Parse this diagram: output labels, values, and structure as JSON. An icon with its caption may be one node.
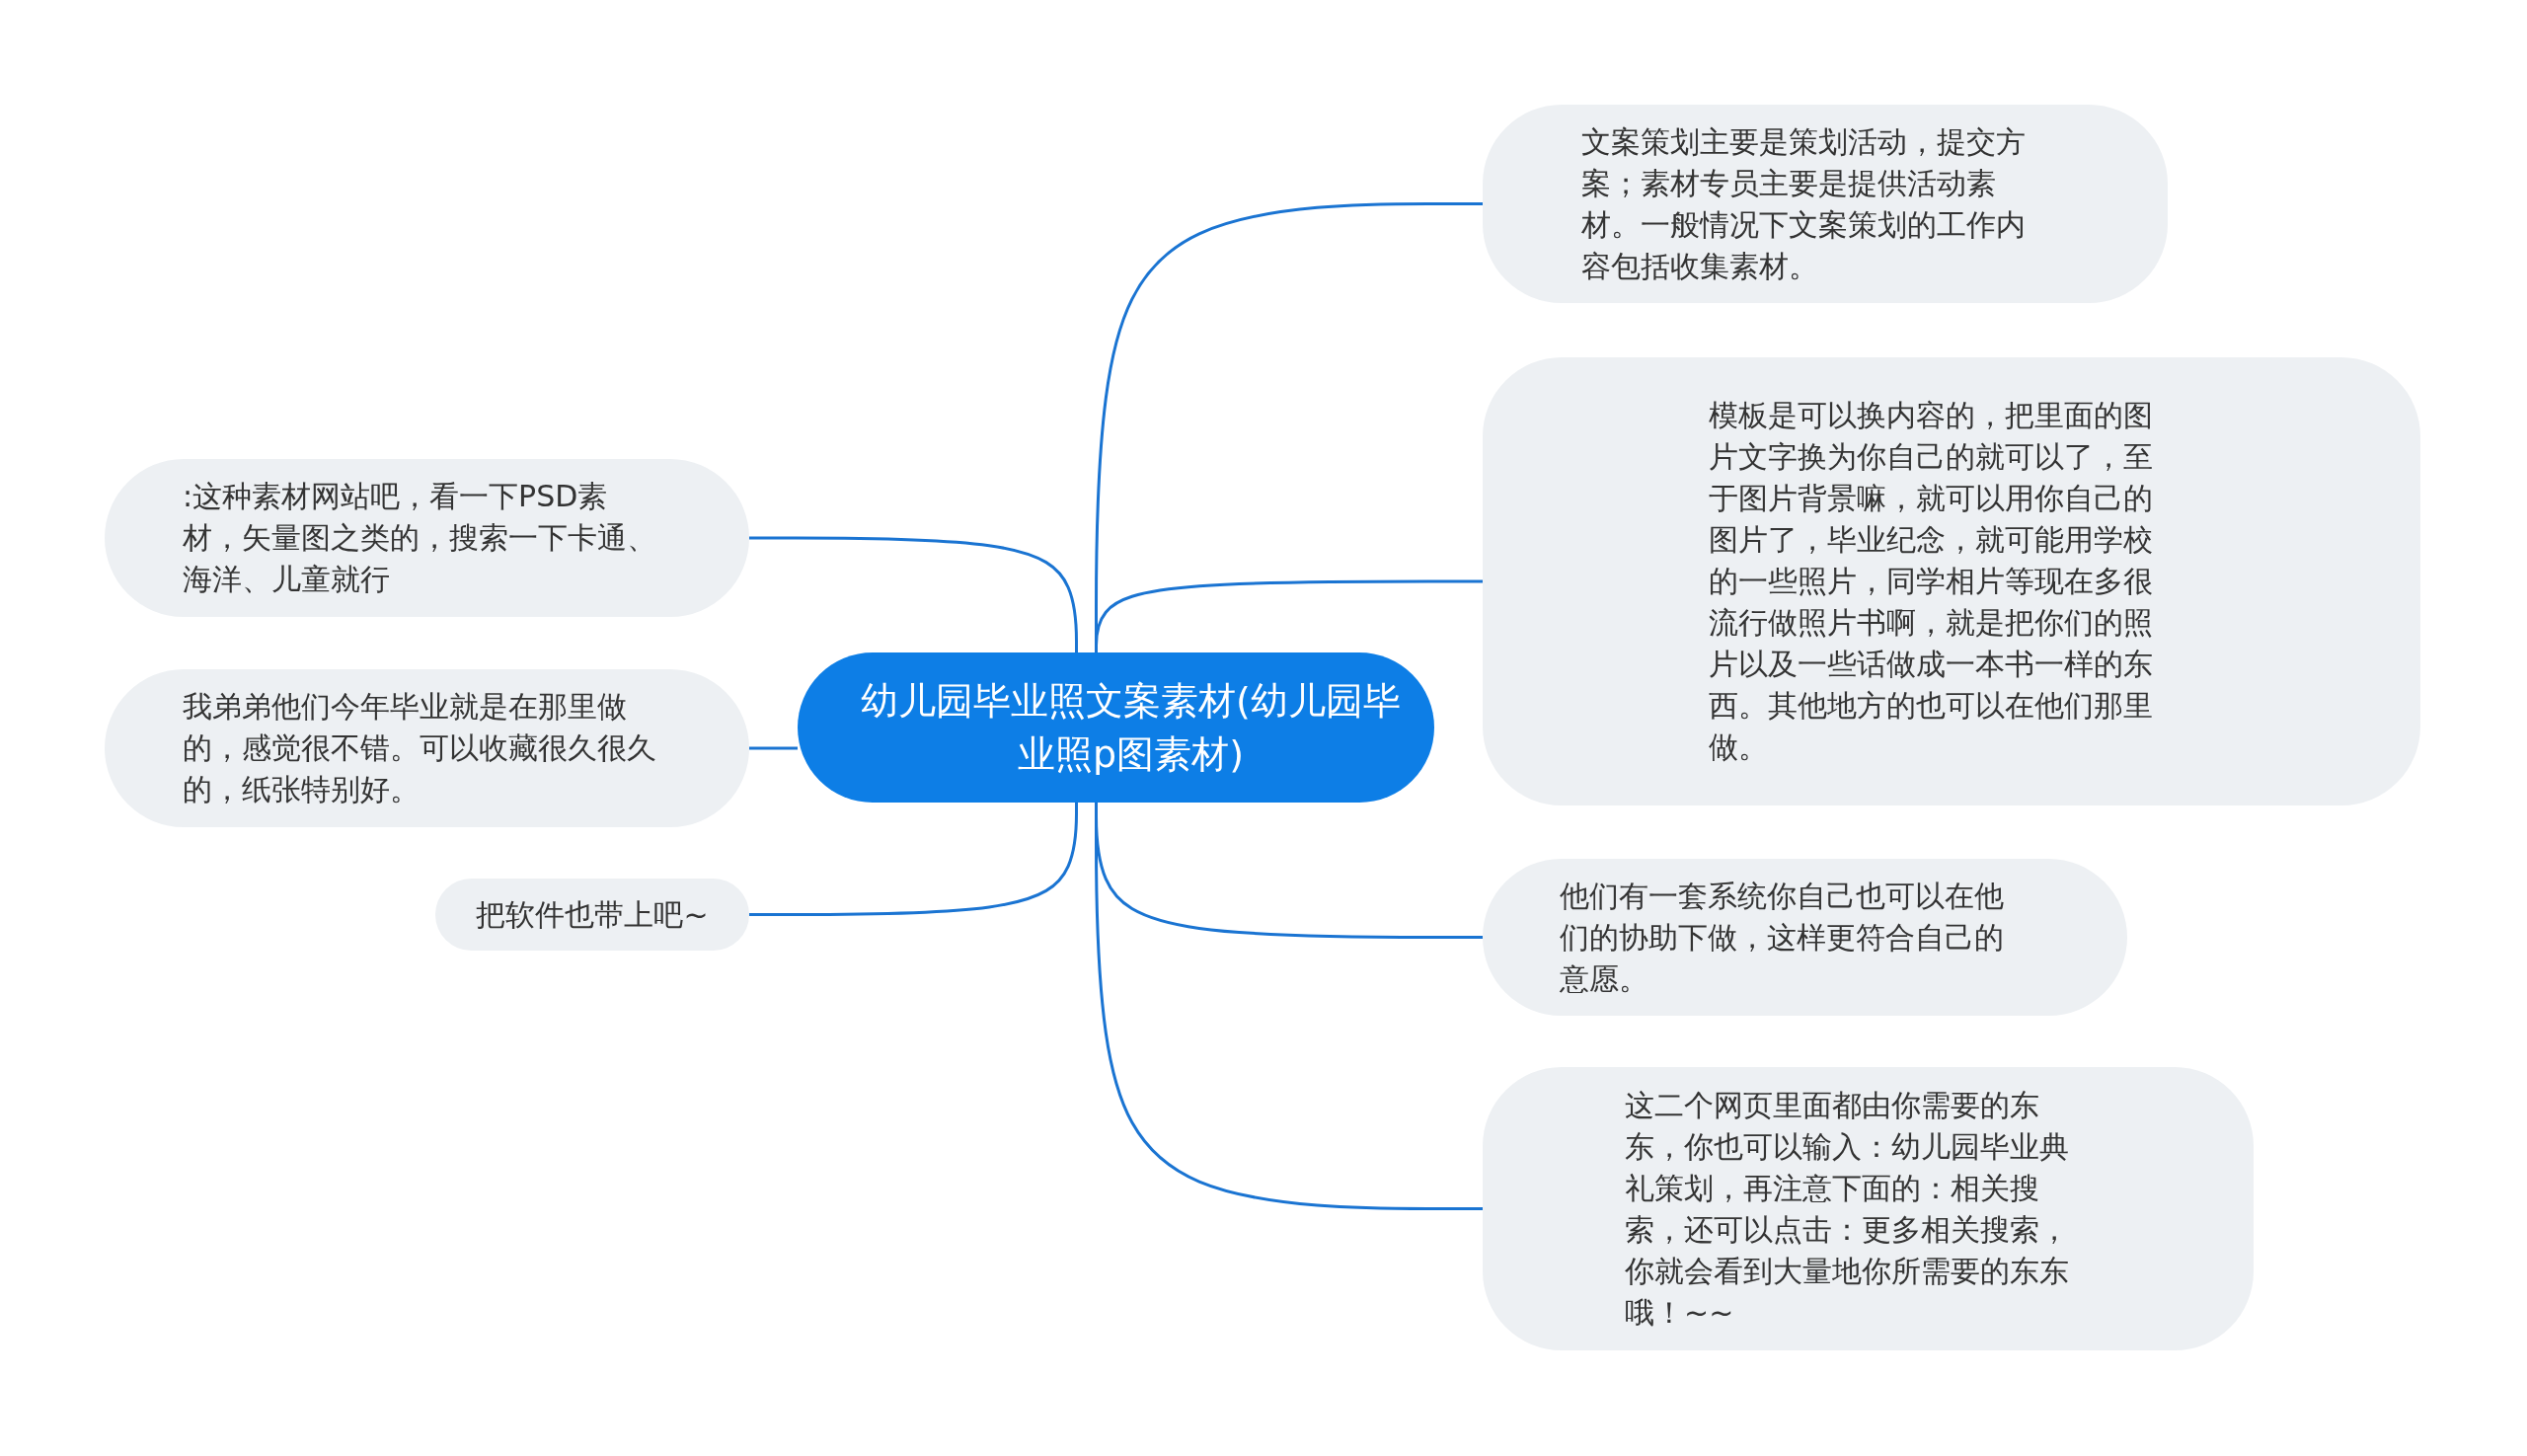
{
  "diagram": {
    "nodes": [
      {
        "text": [
          "幼儿园毕业照文案素材(幼儿园毕业照p图素材)"
        ]
      },
      {
        "text": [
          "文案策划主要是策划活动，提交方案；素材专员主要是提供活动素材。一般情况下文案策划的工作内容包括收集素材。"
        ]
      },
      {
        "text": [
          "模板是可以换内容的，把里面的图片文字换为你自己的就可以了，至于图片背景嘛，就可以用你自己的图片了，毕业纪念，就可能用学校的一些照片，同学相片等现在多很流行做照片书啊，就是把你们的照片以及一些话做成一本书一样的东西。其他地方的也可以在他们那里做。"
        ]
      },
      {
        "text": [
          "他们有一套系统你自己也可以在他们的协助下做，这样更符合自己的意愿。"
        ]
      },
      {
        "text": [
          "这二个网页里面都由你需要的东东，你也可以输入：幼儿园毕业典礼策划，再注意下面的：相关搜索，还可以点击：更多相关搜索，你就会看到大量地你所需要的东东哦！~~"
        ]
      },
      {
        "text": [
          ":这种素材网站吧，看一下PSD素材，矢量图之类的，搜索一下卡通、海洋、儿童就行"
        ]
      },
      {
        "text": [
          "我弟弟他们今年毕业就是在那里做的，感觉很不错。可以收藏很久很久的，纸张特别好。"
        ]
      },
      {
        "text": [
          "把软件也带上吧~"
        ]
      }
    ],
    "edges": [
      {
        "from": 0,
        "to": 1,
        "arrow": "none"
      },
      {
        "from": 0,
        "to": 2,
        "arrow": "none"
      },
      {
        "from": 0,
        "to": 3,
        "arrow": "none"
      },
      {
        "from": 0,
        "to": 4,
        "arrow": "none"
      },
      {
        "from": 0,
        "to": 5,
        "arrow": "none"
      },
      {
        "from": 0,
        "to": 6,
        "arrow": "none"
      },
      {
        "from": 0,
        "to": 7,
        "arrow": "none"
      }
    ]
  }
}
